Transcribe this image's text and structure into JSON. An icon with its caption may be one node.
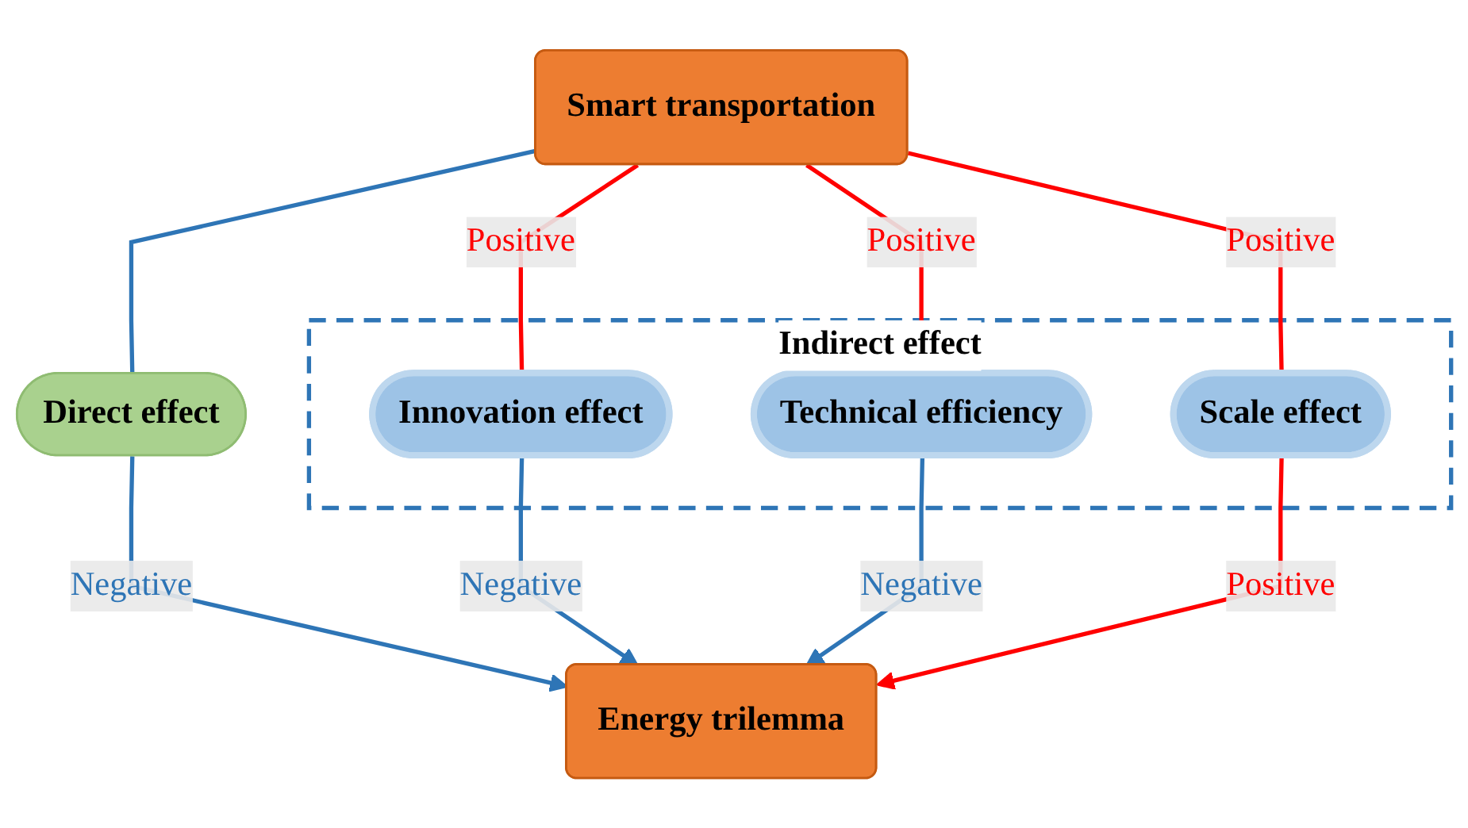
{
  "diagram": {
    "nodes": [
      {
        "text": [
          "Smart transportation"
        ]
      },
      {
        "text": [
          "Direct effect"
        ]
      },
      {
        "text": [
          "Indirect effect"
        ]
      },
      {
        "text": [
          "Innovation effect"
        ],
        "in": 2
      },
      {
        "text": [
          "Technical efficiency"
        ],
        "in": 2
      },
      {
        "text": [
          "Scale effect"
        ],
        "in": 2
      },
      {
        "text": [
          "Energy trilemma"
        ]
      }
    ],
    "edges": [
      {
        "from": 0,
        "to": 1,
        "arrow": "none"
      },
      {
        "from": 1,
        "to": 6,
        "arrow": "to",
        "label": "Negative"
      },
      {
        "from": 0,
        "to": 3,
        "arrow": "none",
        "label": "Positive",
        "color": "#ff0000"
      },
      {
        "from": 0,
        "to": 4,
        "arrow": "none",
        "label": "Positive",
        "color": "#ff0000"
      },
      {
        "from": 0,
        "to": 5,
        "arrow": "none",
        "label": "Positive",
        "color": "#ff0000"
      },
      {
        "from": 3,
        "to": 6,
        "arrow": "to",
        "label": "Negative"
      },
      {
        "from": 4,
        "to": 6,
        "arrow": "to",
        "label": "Negative"
      },
      {
        "from": 5,
        "to": 6,
        "arrow": "to",
        "label": "Positive",
        "color": "#ff0000"
      }
    ]
  }
}
